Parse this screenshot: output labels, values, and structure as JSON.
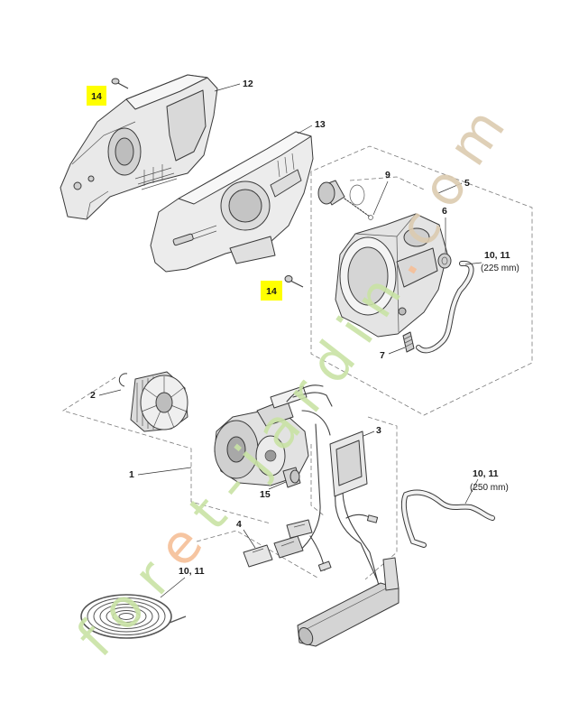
{
  "colors": {
    "highlight": "#ffff00",
    "line": "#3a3a3a",
    "part_fill": "#e6e6e6"
  },
  "callouts": {
    "c14_upper": "14",
    "c12": "12",
    "c13": "13",
    "c9": "9",
    "c5": "5",
    "c6": "6",
    "c10_11_upper": "10, 11",
    "c10_11_upper_length": "(225 mm)",
    "c14_lower": "14",
    "c7": "7",
    "c2": "2",
    "c1": "1",
    "c15": "15",
    "c3": "3",
    "c4": "4",
    "c10_11_right": "10, 11",
    "c10_11_right_length": "(250 mm)",
    "c10_11_coil": "10, 11"
  },
  "watermark": {
    "segments": [
      {
        "text": "for",
        "color": "#c9e3a5"
      },
      {
        "text": "e",
        "color": "#f6bf97"
      },
      {
        "text": "t-jardin",
        "color": "#c9e3a5"
      },
      {
        "text": ".",
        "color": "#f6bf97"
      },
      {
        "text": "com",
        "color": "#dccbb0"
      }
    ]
  }
}
